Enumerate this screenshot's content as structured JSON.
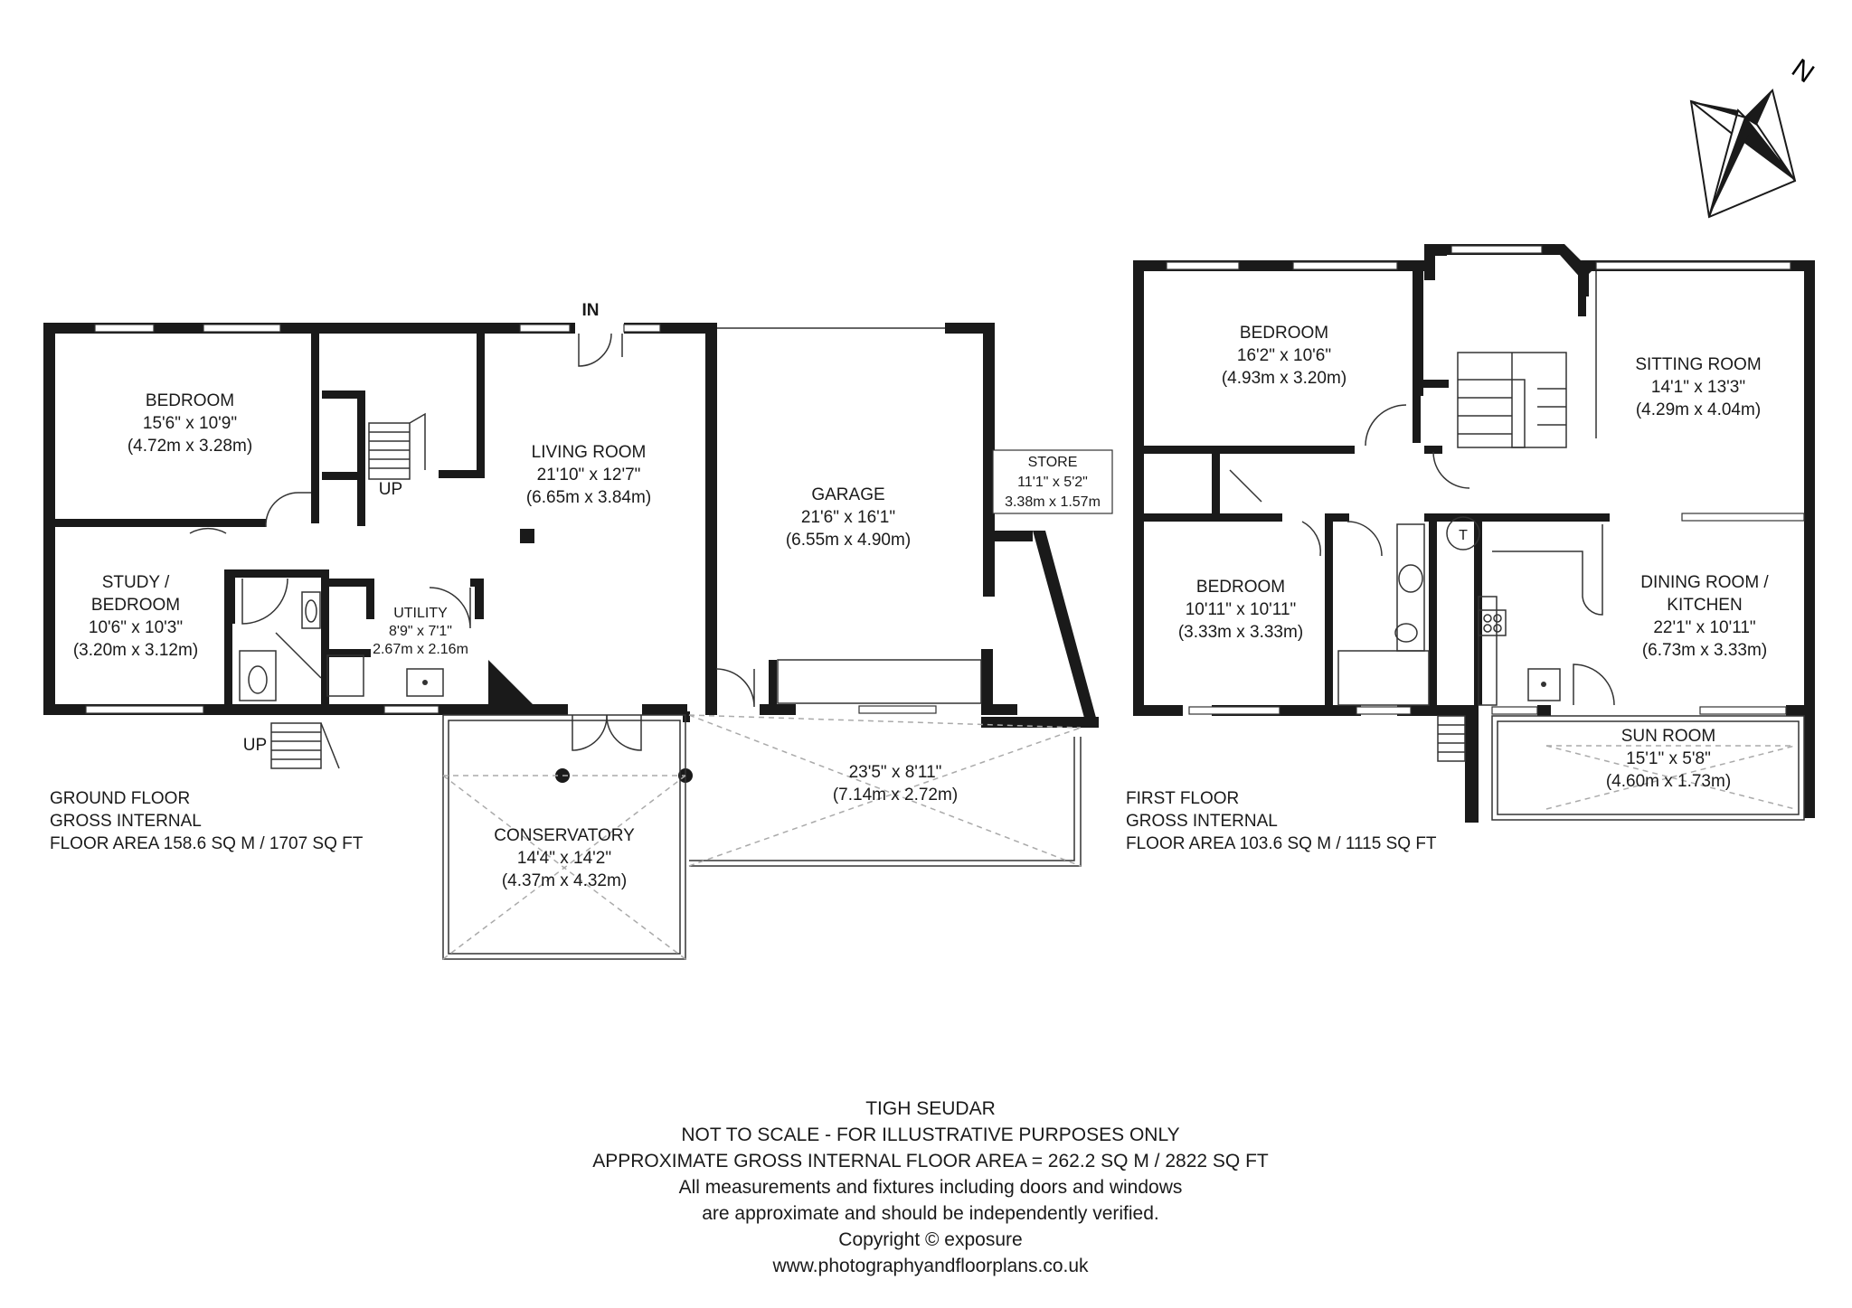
{
  "property_name": "TIGH SEUDAR",
  "disclaimer": "NOT TO SCALE - FOR ILLUSTRATIVE PURPOSES ONLY",
  "total_area": "APPROXIMATE GROSS INTERNAL FLOOR AREA = 262.2 SQ M / 2822 SQ FT",
  "note_line1": "All measurements and fixtures including doors and windows",
  "note_line2": "are approximate and should be independently verified.",
  "copyright": "Copyright ©  exposure",
  "website": "www.photographyandfloorplans.co.uk",
  "compass_label": "N",
  "ground_floor": {
    "caption": [
      "GROUND FLOOR",
      "GROSS INTERNAL",
      "FLOOR AREA 158.6 SQ M / 1707 SQ FT"
    ],
    "entrance": "IN",
    "stair_up_1": "UP",
    "stair_up_2": "UP",
    "rooms": {
      "bedroom": {
        "name": "BEDROOM",
        "imperial": "15'6\" x 10'9\"",
        "metric": "(4.72m x 3.28m)"
      },
      "living": {
        "name": "LIVING ROOM",
        "imperial": "21'10\" x 12'7\"",
        "metric": "(6.65m x 3.84m)"
      },
      "garage": {
        "name": "GARAGE",
        "imperial": "21'6\" x 16'1\"",
        "metric": "(6.55m x 4.90m)"
      },
      "store": {
        "name": "STORE",
        "imperial": "11'1\" x 5'2\"",
        "metric": "3.38m x 1.57m"
      },
      "study": {
        "name1": "STUDY /",
        "name2": "BEDROOM",
        "imperial": "10'6\" x 10'3\"",
        "metric": "(3.20m x 3.12m)"
      },
      "utility": {
        "name": "UTILITY",
        "imperial": "8'9\" x 7'1\"",
        "metric": "2.67m x 2.16m"
      },
      "conservatory": {
        "name": "CONSERVATORY",
        "imperial": "14'4\" x 14'2\"",
        "metric": "(4.37m x 4.32m)"
      },
      "carport": {
        "imperial": "23'5\" x 8'11\"",
        "metric": "(7.14m x 2.72m)"
      }
    }
  },
  "first_floor": {
    "caption": [
      "FIRST FLOOR",
      "GROSS INTERNAL",
      "FLOOR AREA 103.6 SQ M / 1115 SQ FT"
    ],
    "tank_label": "T",
    "rooms": {
      "bedroom1": {
        "name": "BEDROOM",
        "imperial": "16'2\" x 10'6\"",
        "metric": "(4.93m x 3.20m)"
      },
      "sitting": {
        "name": "SITTING ROOM",
        "imperial": "14'1\" x 13'3\"",
        "metric": "(4.29m x 4.04m)"
      },
      "bedroom2": {
        "name": "BEDROOM",
        "imperial": "10'11\" x 10'11\"",
        "metric": "(3.33m x 3.33m)"
      },
      "dining": {
        "name1": "DINING ROOM /",
        "name2": "KITCHEN",
        "imperial": "22'1\" x 10'11\"",
        "metric": "(6.73m x 3.33m)"
      },
      "sunroom": {
        "name": "SUN ROOM",
        "imperial": "15'1\" x 5'8\"",
        "metric": "(4.60m x 1.73m)"
      }
    }
  }
}
